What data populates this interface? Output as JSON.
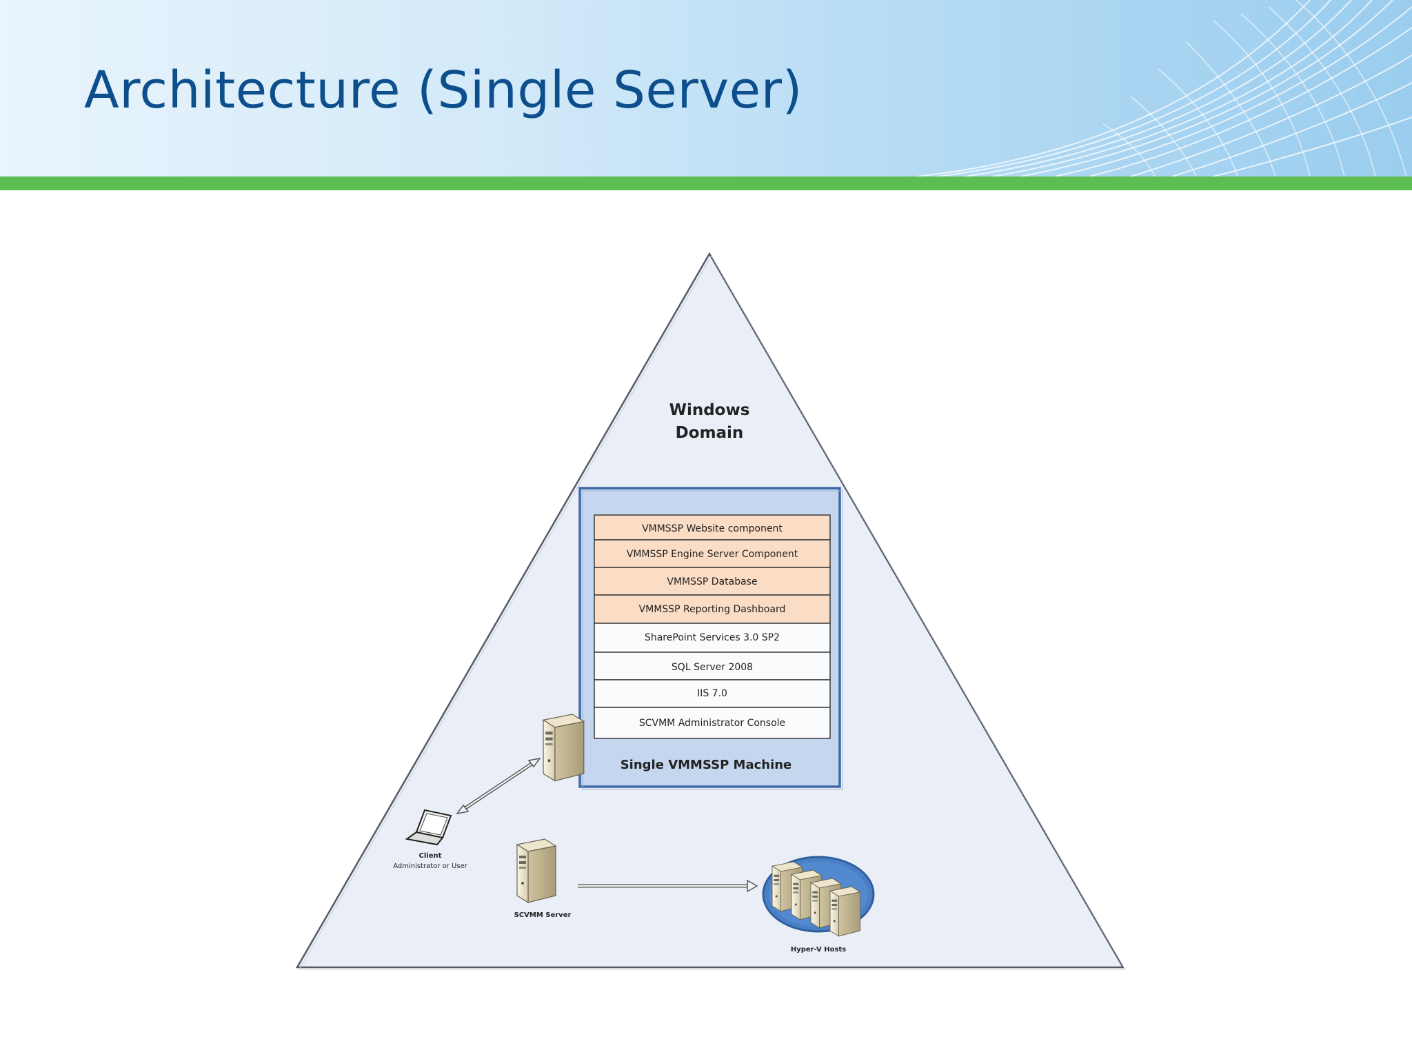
{
  "slide": {
    "title": "Architecture (Single Server)"
  },
  "colors": {
    "title": "#0d4f8c",
    "accent_rule": "#5cbd52",
    "triangle_fill": "#eaeef7",
    "machine_fill": "#c5d7ee",
    "machine_border": "#3f68a8",
    "vmmssp_layer": "#fbdcc4",
    "platform_layer": "#fafbfd"
  },
  "diagram": {
    "domain_label_line1": "Windows",
    "domain_label_line2": "Domain",
    "machine_label": "Single VMMSSP Machine",
    "layers": [
      {
        "label": "VMMSSP Website component",
        "kind": "vmmssp"
      },
      {
        "label": "VMMSSP Engine Server Component",
        "kind": "vmmssp"
      },
      {
        "label": "VMMSSP Database",
        "kind": "vmmssp"
      },
      {
        "label": "VMMSSP Reporting Dashboard",
        "kind": "vmmssp"
      },
      {
        "label": "SharePoint Services 3.0 SP2",
        "kind": "platform"
      },
      {
        "label": "SQL Server 2008",
        "kind": "platform"
      },
      {
        "label": "IIS 7.0",
        "kind": "platform"
      },
      {
        "label": "SCVMM Administrator Console",
        "kind": "platform"
      }
    ],
    "client_label_line1": "Client",
    "client_label_line2": "Administrator or User",
    "scvmm_label": "SCVMM Server",
    "hosts_label": "Hyper-V Hosts",
    "icons": [
      "server-icon",
      "laptop-icon",
      "server-icon",
      "server-cluster-icon"
    ]
  }
}
